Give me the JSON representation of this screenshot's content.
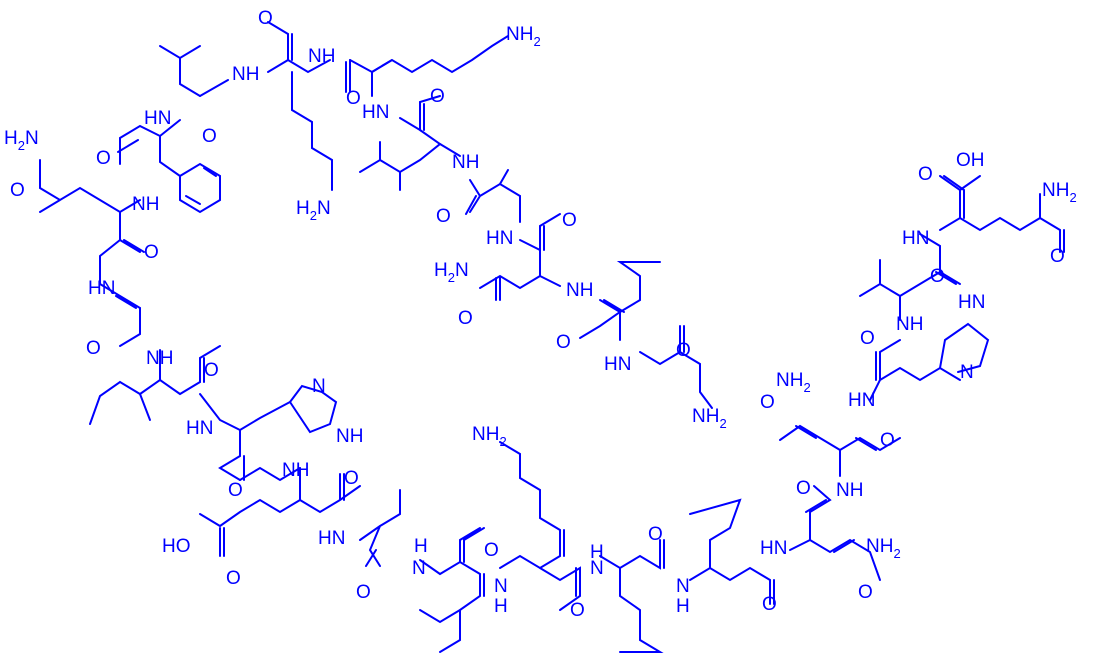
{
  "colors": {
    "structure": "#0000ff",
    "background": "#ffffff"
  },
  "labels": {
    "nh2": "NH",
    "h2n": "H",
    "n": "N",
    "two": "2",
    "nh": "NH",
    "hn": "HN",
    "h_n": "H",
    "o": "O",
    "oh": "OH",
    "ho": "HO",
    "h": "H"
  }
}
